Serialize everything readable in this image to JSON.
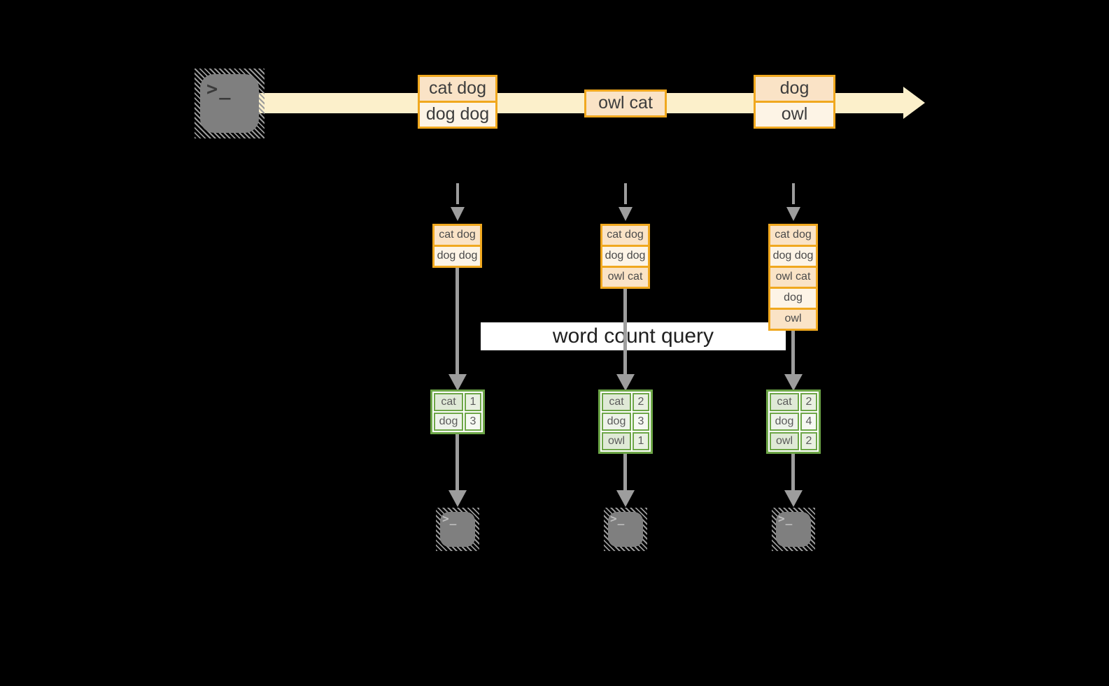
{
  "colors": {
    "background": "#000000",
    "stream_band": "#fcf0cb",
    "box_border_orange": "#f0a81f",
    "box_fill_peach": "#fae3c6",
    "box_fill_cream": "#fdf4e6",
    "table_border_green": "#6da647",
    "arrow_gray": "#9d9d9d",
    "terminal_gray": "#7f7f7f",
    "query_banner_bg": "#ffffff"
  },
  "source_terminal": {
    "glyph": ">_"
  },
  "sink_terminal": {
    "glyph": ">_"
  },
  "stream": {
    "messages": [
      {
        "lines": [
          "cat dog",
          "dog dog"
        ]
      },
      {
        "lines": [
          "owl cat"
        ]
      },
      {
        "lines": [
          "dog",
          "owl"
        ]
      }
    ]
  },
  "query": {
    "label": "word count query"
  },
  "columns": [
    {
      "state": [
        "cat dog",
        "dog dog"
      ],
      "counts": [
        [
          "cat",
          "1"
        ],
        [
          "dog",
          "3"
        ]
      ]
    },
    {
      "state": [
        "cat dog",
        "dog dog",
        "owl cat"
      ],
      "counts": [
        [
          "cat",
          "2"
        ],
        [
          "dog",
          "3"
        ],
        [
          "owl",
          "1"
        ]
      ]
    },
    {
      "state": [
        "cat dog",
        "dog dog",
        "owl cat",
        "dog",
        "owl"
      ],
      "counts": [
        [
          "cat",
          "2"
        ],
        [
          "dog",
          "4"
        ],
        [
          "owl",
          "2"
        ]
      ]
    }
  ]
}
